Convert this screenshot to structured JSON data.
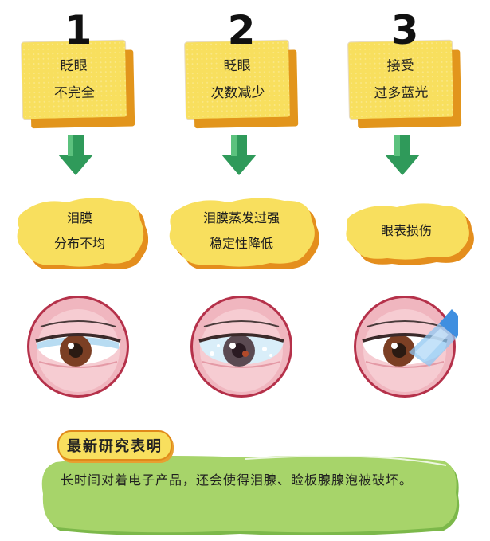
{
  "steps": [
    {
      "number": "1",
      "cause": [
        "眨眼",
        "不完全"
      ],
      "effect": [
        "泪膜",
        "分布不均"
      ]
    },
    {
      "number": "2",
      "cause": [
        "眨眼",
        "次数减少"
      ],
      "effect": [
        "泪膜蒸发过强",
        "稳定性降低"
      ]
    },
    {
      "number": "3",
      "cause": [
        "接受",
        "过多蓝光"
      ],
      "effect": [
        "眼表损伤"
      ]
    }
  ],
  "research": {
    "tag": "最新研究表明",
    "text": "长时间对着电子产品，还会使得泪腺、睑板腺腺泡被破坏。"
  },
  "colors": {
    "note_yellow": "#f8df5e",
    "note_shadow": "#e2951c",
    "arrow_green": "#2f9a5a",
    "banner_green": "#a7d46a",
    "blue_light": "#3f8fe0"
  },
  "icons": [
    "down-arrow-icon",
    "eye-icon",
    "blue-light-beam-icon"
  ]
}
